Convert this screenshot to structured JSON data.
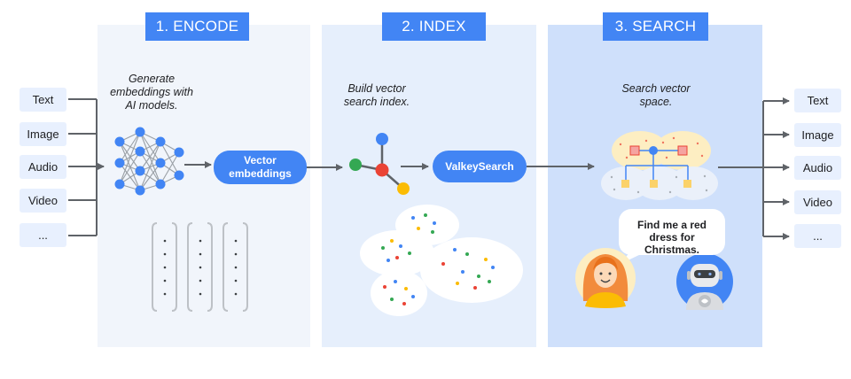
{
  "stages": [
    {
      "label": "1. ENCODE",
      "caption": "Generate\nembeddings with\nAI models."
    },
    {
      "label": "2. INDEX",
      "caption": "Build vector\nsearch index."
    },
    {
      "label": "3. SEARCH",
      "caption": "Search vector\nspace."
    }
  ],
  "inputs": [
    "Text",
    "Image",
    "Audio",
    "Video",
    "..."
  ],
  "outputs": [
    "Text",
    "Image",
    "Audio",
    "Video",
    "..."
  ],
  "nodes": {
    "vector_embeddings": "Vector\nembeddings",
    "valkey_search": "ValkeySearch"
  },
  "query_bubble": "Find me a red\ndress for\nChristmas.",
  "colors": {
    "accent": "#4285f4",
    "encode_bg": "#f1f5fb",
    "index_bg": "#e6effc",
    "search_bg": "#cfe0fb",
    "box_bg": "#e8f0fe",
    "google_green": "#34a853",
    "google_red": "#ea4335",
    "google_yellow": "#fbbc04"
  },
  "icons": [
    "neural-network-icon",
    "vector-column-icon",
    "graph-index-icon",
    "embedding-cluster-icon",
    "vector-space-tree-icon",
    "user-avatar-icon",
    "robot-assistant-icon"
  ]
}
